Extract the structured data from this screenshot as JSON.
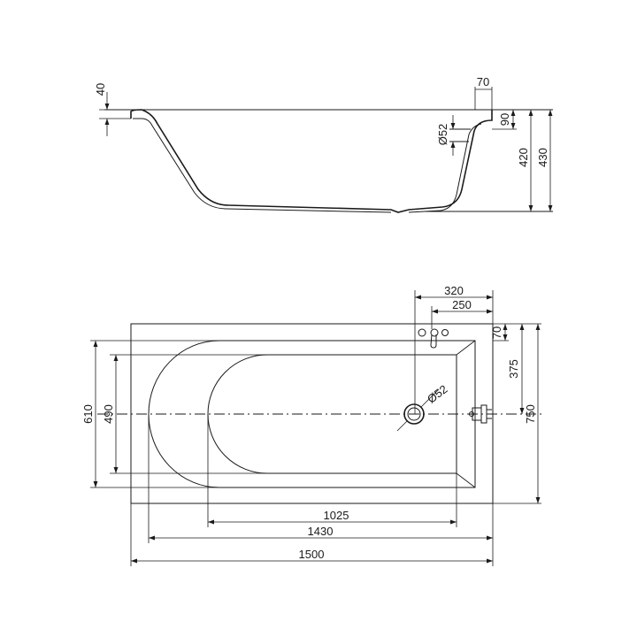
{
  "side_view": {
    "dims": {
      "rim": "40",
      "edge": "70",
      "outlet_diameter": "Ø52",
      "outlet_height": "90",
      "inner_height": "420",
      "total_height": "430"
    }
  },
  "top_view": {
    "dims": {
      "tap_offset": "320",
      "tap_spacing": "250",
      "tap_edge": "70",
      "half_width": "375",
      "total_width": "750",
      "outer_inner_width": "610",
      "bottom_width": "490",
      "drain_diameter": "Ø52",
      "bottom_length": "1025",
      "inner_length": "1430",
      "total_length": "1500"
    }
  }
}
